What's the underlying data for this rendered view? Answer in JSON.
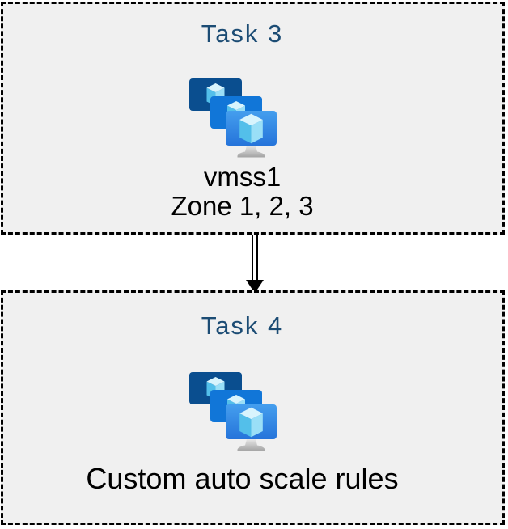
{
  "page": {
    "background": "#FFFFFF"
  },
  "colors": {
    "box_fill": "#F0F0F0",
    "box_border": "#000000",
    "title_text": "#1C4C74",
    "body_text": "#000000",
    "arrow": "#000000",
    "icon": {
      "monitor_back": "#0A4E8F",
      "monitor_mid": "#1176D8",
      "monitor_front_top": "#459FEE",
      "monitor_front_bottom": "#2574DA",
      "cube_top": "#D8F4FD",
      "cube_left": "#53BFEA",
      "cube_right": "#9ADFF7",
      "stand_top": "#E8E8E8",
      "stand_bottom": "#A3A3A3"
    }
  },
  "tasks": [
    {
      "title": "Task 3",
      "icon": "vm-scale-set-icon",
      "lines": [
        "vmss1",
        "Zone 1, 2, 3"
      ]
    },
    {
      "title": "Task 4",
      "icon": "vm-scale-set-icon",
      "lines": [
        "Custom auto scale rules"
      ]
    }
  ],
  "connector": {
    "type": "double-line-arrow-down",
    "direction": "task3-to-task4"
  }
}
